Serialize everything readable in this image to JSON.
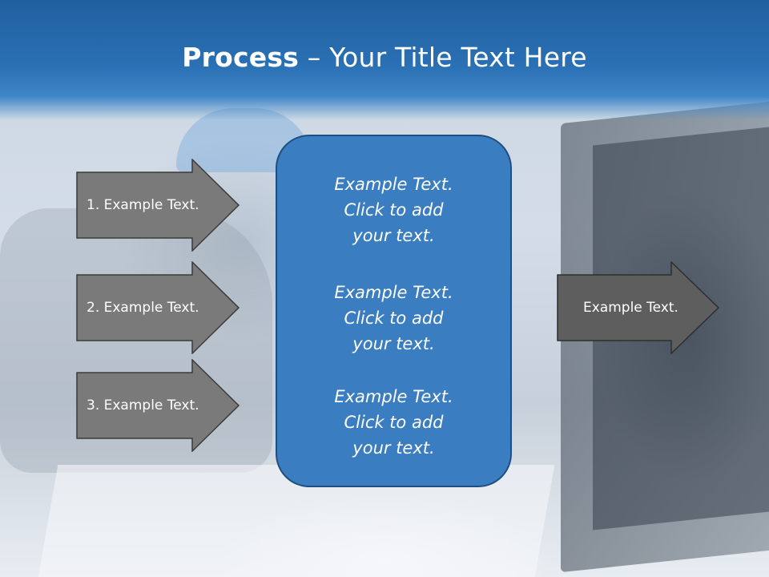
{
  "slide": {
    "title_bold": "Process",
    "title_rest": " – Your Title Text Here"
  },
  "left_arrows": [
    {
      "label": "1. Example Text."
    },
    {
      "label": "2. Example Text."
    },
    {
      "label": "3. Example Text."
    }
  ],
  "center_panel": {
    "blocks": [
      {
        "line1": "Example Text.",
        "line2": "Click  to add",
        "line3": "your text."
      },
      {
        "line1": "Example Text.",
        "line2": "Click  to add",
        "line3": "your text."
      },
      {
        "line1": "Example Text.",
        "line2": "Click  to add",
        "line3": "your text."
      }
    ]
  },
  "right_arrow": {
    "label": "Example Text."
  },
  "colors": {
    "header": "#2a70b4",
    "panel": "#3a7dc0",
    "left_arrow_fill": "#7a7a7a",
    "right_arrow_fill": "#5e5e5e"
  }
}
